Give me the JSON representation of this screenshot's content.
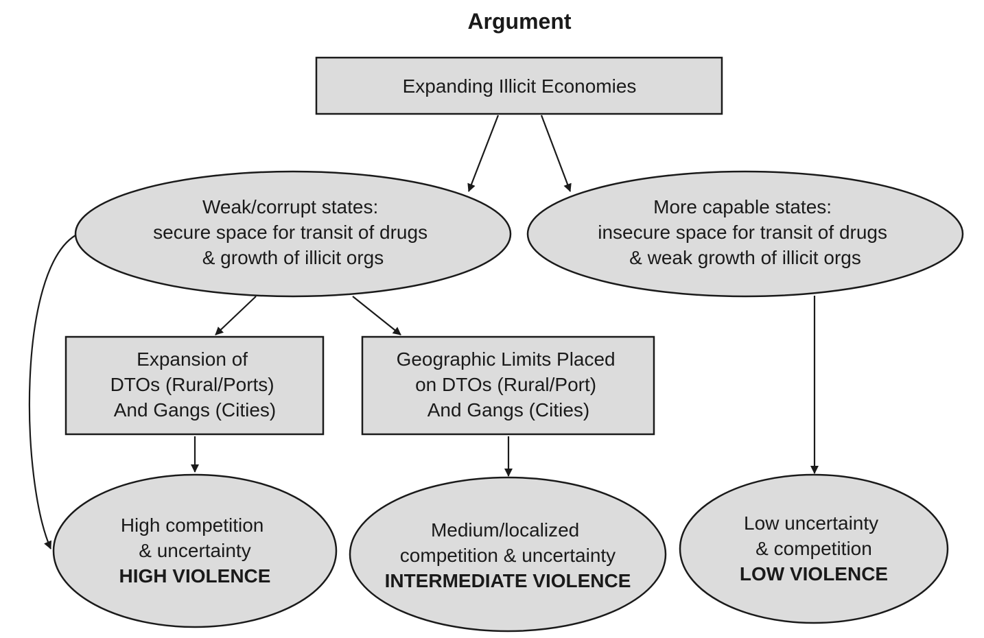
{
  "title": "Argument",
  "nodes": {
    "expanding": {
      "lines": [
        "Expanding Illicit Economies"
      ]
    },
    "weak_states": {
      "lines": [
        "Weak/corrupt states:",
        "secure space for transit of drugs",
        "& growth of illicit orgs"
      ]
    },
    "capable_states": {
      "lines": [
        "More capable states:",
        "insecure space for transit of drugs",
        "& weak growth of illicit orgs"
      ]
    },
    "expansion_dtos": {
      "lines": [
        "Expansion of",
        "DTOs (Rural/Ports)",
        "And Gangs (Cities)"
      ]
    },
    "geographic_limits": {
      "lines": [
        "Geographic Limits Placed",
        "on DTOs (Rural/Port)",
        "And Gangs (Cities)"
      ]
    },
    "high_violence": {
      "lines": [
        "High competition",
        "& uncertainty"
      ],
      "emphasis": "HIGH VIOLENCE"
    },
    "intermediate_violence": {
      "lines": [
        "Medium/localized",
        "competition & uncertainty"
      ],
      "emphasis": "INTERMEDIATE VIOLENCE"
    },
    "low_violence": {
      "lines": [
        "Low uncertainty",
        "& competition"
      ],
      "emphasis": "LOW VIOLENCE"
    }
  },
  "edges": [
    {
      "from": "expanding",
      "to": "weak_states"
    },
    {
      "from": "expanding",
      "to": "capable_states"
    },
    {
      "from": "weak_states",
      "to": "expansion_dtos"
    },
    {
      "from": "weak_states",
      "to": "geographic_limits"
    },
    {
      "from": "weak_states",
      "to": "high_violence"
    },
    {
      "from": "expansion_dtos",
      "to": "high_violence"
    },
    {
      "from": "geographic_limits",
      "to": "intermediate_violence"
    },
    {
      "from": "capable_states",
      "to": "low_violence"
    }
  ],
  "colors": {
    "node_fill": "#dcdcdc",
    "stroke": "#1a1a1a",
    "background": "#ffffff"
  }
}
